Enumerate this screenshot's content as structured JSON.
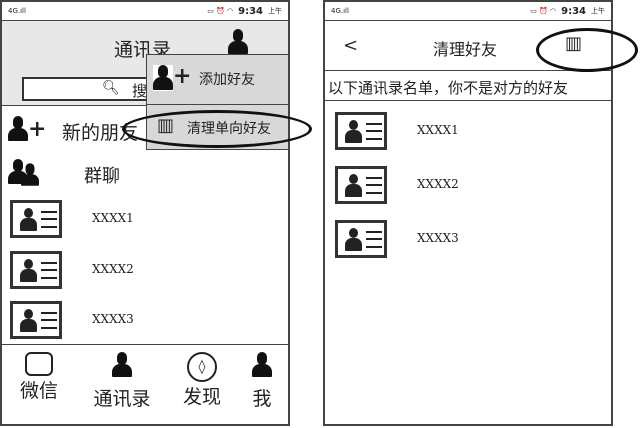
{
  "left": {
    "status": {
      "signal": "4G.ıll",
      "time": "9:34",
      "ampm": "上午"
    },
    "title": "通讯录",
    "search_placeholder": "搜",
    "menu": [
      {
        "label": "添加好友",
        "icon": "add-user-icon"
      },
      {
        "label": "清理单向好友",
        "icon": "trash-icon"
      }
    ],
    "new_friends": "新的朋友",
    "group_chat": "群聊",
    "contacts": [
      "XXXX1",
      "XXXX2",
      "XXXX3"
    ],
    "nav": [
      {
        "label": "微信",
        "icon": "chat-bubble-icon"
      },
      {
        "label": "通讯录",
        "icon": "contacts-icon"
      },
      {
        "label": "发现",
        "icon": "compass-icon"
      },
      {
        "label": "我",
        "icon": "person-icon"
      }
    ]
  },
  "right": {
    "status": {
      "signal": "4G.ıll",
      "time": "9:34",
      "ampm": "上午"
    },
    "title": "清理好友",
    "back": "<",
    "notice": "以下通讯录名单，你不是对方的好友",
    "contacts": [
      "XXXX1",
      "XXXX2",
      "XXXX3"
    ]
  }
}
